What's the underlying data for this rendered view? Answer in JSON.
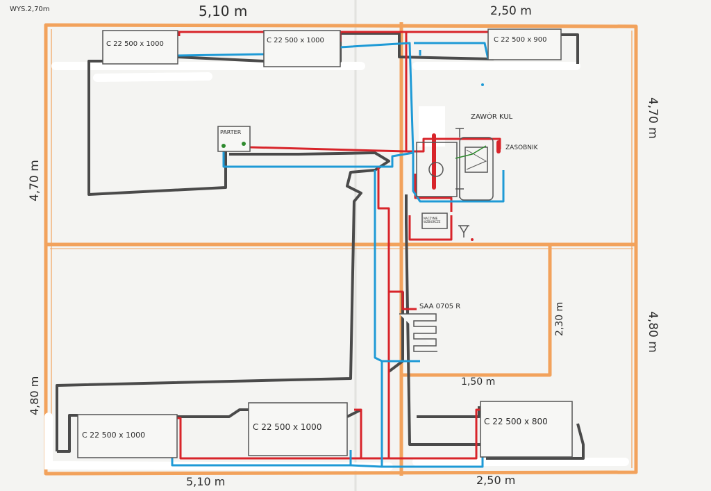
{
  "header": {
    "height_note": "WYS.2,70m"
  },
  "dimensions": {
    "top_left": "5,10 m",
    "top_right": "2,50 m",
    "bottom_left": "5,10 m",
    "bottom_right": "2,50 m",
    "left_upper": "4,70 m",
    "left_lower": "4,80 m",
    "right_upper": "4,70 m",
    "right_lower": "4,80 m",
    "inner_vertical": "2,30 m",
    "inner_horizontal": "1,50 m"
  },
  "radiators": {
    "top_1": "C 22 500 x 1000",
    "top_2": "C 22 500 x 1000",
    "top_3": "C 22 500 x 900",
    "bottom_1": "C 22 500 x 1000",
    "bottom_2": "C 22 500 x 1000",
    "bottom_3": "C 22 500 x 800"
  },
  "labels": {
    "parter": "PARTER",
    "valve": "ZAWÓR KUL",
    "tank": "ZASOBNIK",
    "bathroom_radiator": "SAA 0705 R",
    "pump_box": "NACZYNIE WZBIORCZE"
  },
  "colors": {
    "walls": "#f2a25c",
    "supply_pipe": "#d8242a",
    "return_pipe": "#1e9ad6",
    "floor_heating": "#4a4a4a"
  }
}
